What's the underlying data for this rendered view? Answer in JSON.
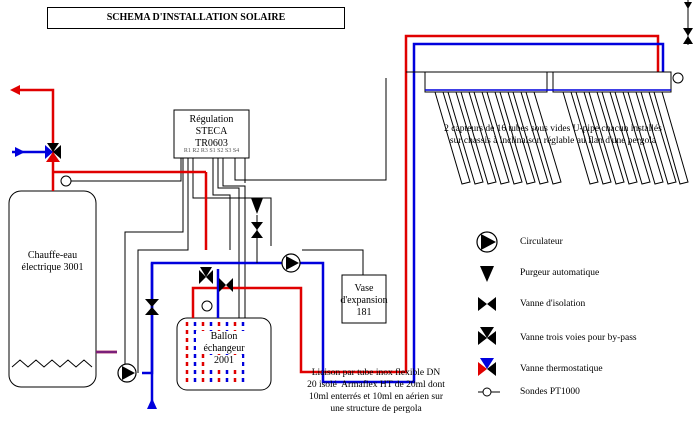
{
  "title": "SCHEMA D'INSTALLATION SOLAIRE",
  "regulation": {
    "line1": "Régulation",
    "line2": "STECA",
    "line3": "TR0603",
    "terminals": "R1 R2 R3 S1 S2 S3 S4"
  },
  "chauffe_eau": {
    "line1": "Chauffe-eau",
    "line2": "électrique 3001"
  },
  "ballon": {
    "line1": "Ballon",
    "line2": "échangeur",
    "line3": "2001"
  },
  "vase": {
    "line1": "Vase",
    "line2": "d'expansion",
    "line3": "181"
  },
  "capteurs_note": {
    "line1": "2 capteurs de 16 tubes sous vides U-pipe chacun installés",
    "line2": "sur chassis à inclinaison réglable au flan d'une pergola"
  },
  "liaison_note": {
    "line1": "Liaison par tube inox flexible DN",
    "line2": "20 isolé  Armaflex HT de 20ml dont",
    "line3": "10ml enterrés et 10ml en aérien sur",
    "line4": "une structure de pergola"
  },
  "legend": [
    {
      "icon": "circulator-icon",
      "label": "Circulateur"
    },
    {
      "icon": "auto-purge-icon",
      "label": "Purgeur automatique"
    },
    {
      "icon": "isolation-valve-icon",
      "label": "Vanne d'isolation"
    },
    {
      "icon": "three-way-valve-icon",
      "label": "Vanne trois voies pour by-pass"
    },
    {
      "icon": "thermostatic-valve-icon",
      "label": "Vanne thermostatique"
    },
    {
      "icon": "sensor-icon",
      "label": "Sondes PT1000"
    }
  ],
  "colors": {
    "hot": "#e00000",
    "cold": "#0000dd",
    "wire": "#000000"
  }
}
